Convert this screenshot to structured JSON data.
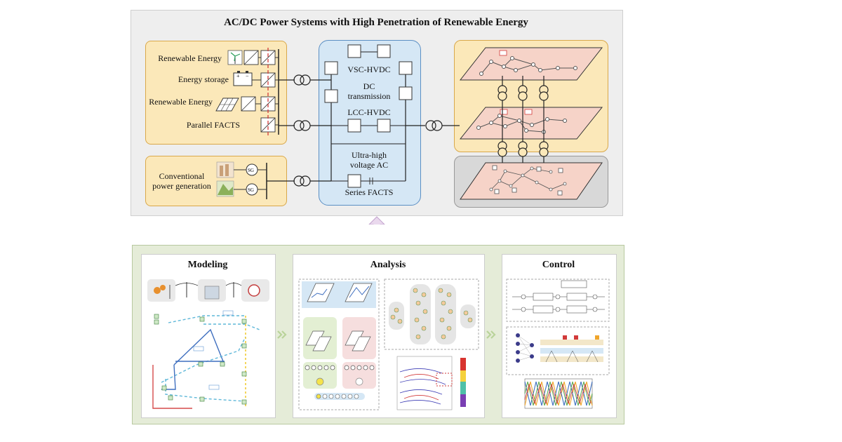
{
  "top_panel": {
    "title": "AC/DC Power Systems with High Penetration of Renewable Energy",
    "sources": {
      "renewable_wind": "Renewable Energy",
      "energy_storage": "Energy storage",
      "renewable_solar": "Renewable Energy",
      "parallel_facts": "Parallel FACTS",
      "conventional_line1": "Conventional",
      "conventional_line2": "power generation",
      "sg_label": "SG"
    },
    "transmission": {
      "vsc_hvdc": "VSC-HVDC",
      "dc_line1": "DC",
      "dc_line2": "transmission",
      "lcc_hvdc": "LCC-HVDC",
      "uhv_line1": "Ultra-high",
      "uhv_line2": "voltage AC",
      "series_facts": "Series FACTS"
    }
  },
  "bottom_panel": {
    "modeling": {
      "title": "Modeling"
    },
    "analysis": {
      "title": "Analysis"
    },
    "control": {
      "title": "Control"
    }
  },
  "colors": {
    "top_bg": "#eeeeee",
    "source_box": "#fbe8b9",
    "source_border": "#d9a84a",
    "transmission_box": "#d5e7f5",
    "transmission_border": "#5b8fc4",
    "bottom_bg": "#e5ecd8",
    "bottom_border": "#b8c9a0",
    "grid_plane": "#f6d3c8",
    "arrow_fill": "#ead9ee",
    "arrow_stroke": "#c2a3cd"
  }
}
